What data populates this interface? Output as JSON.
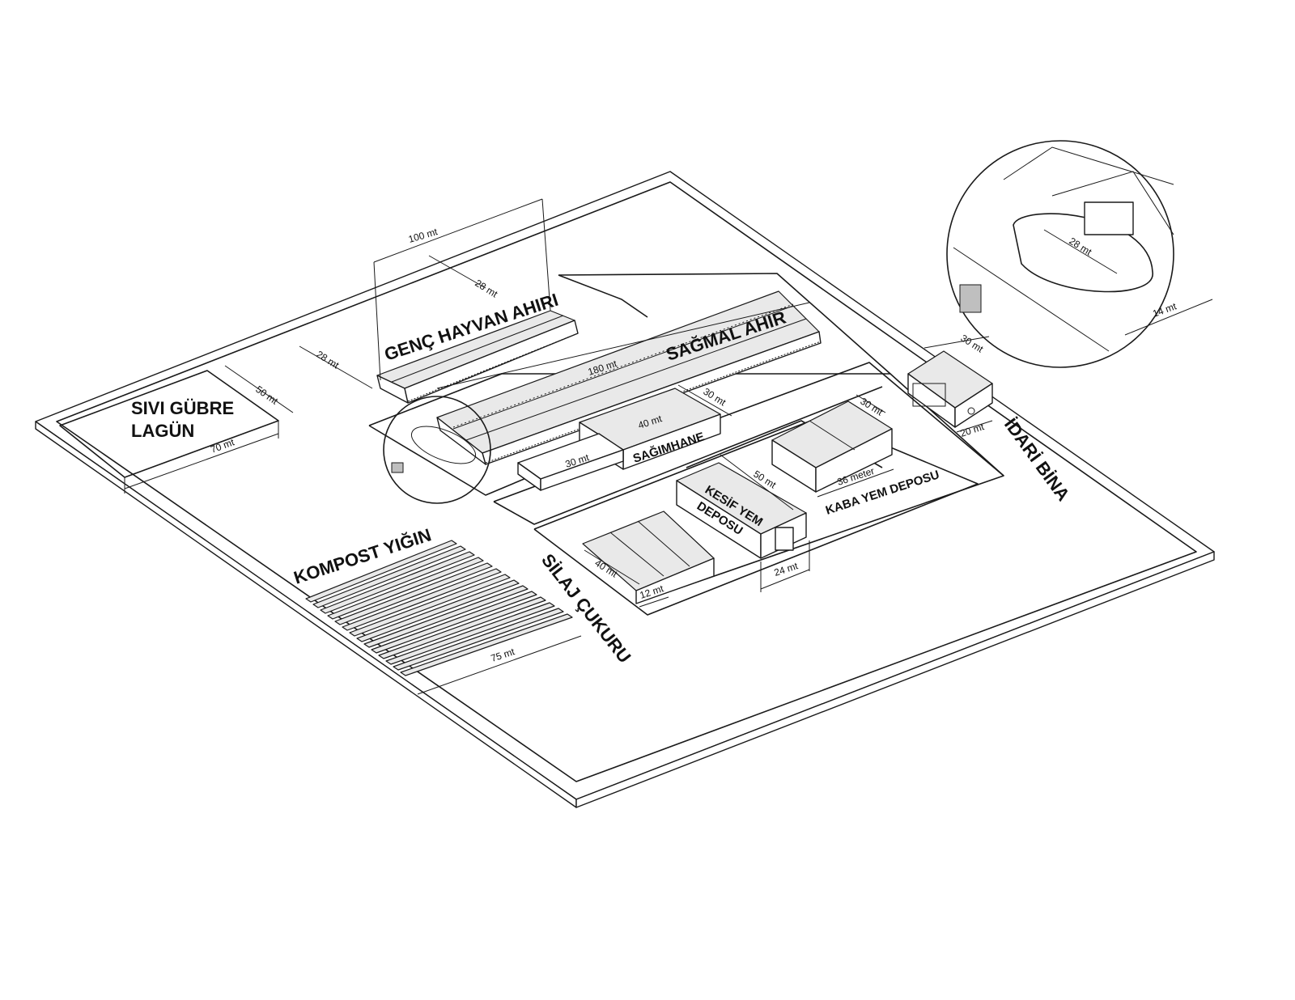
{
  "labels": {
    "genc_hayvan": "GENÇ HAYVAN AHIRI",
    "sagmal": "SAĞMAL AHIR",
    "sivi_gubre_1": "SIVI GÜBRE",
    "sivi_gubre_2": "LAGÜN",
    "sagimhane": "SAĞIMHANE",
    "kesif_1": "KESİF YEM",
    "kesif_2": "DEPOSU",
    "kaba": "KABA YEM DEPOSU",
    "idari": "İDARİ BİNA",
    "kompost": "KOMPOST YIĞIN",
    "silaj": "SİLAJ ÇUKURU"
  },
  "dimensions": {
    "d100": "100 mt",
    "d28_top": "28 mt",
    "d28_left": "28 mt",
    "d50_lagun": "50 mt",
    "d70": "70 mt",
    "d180": "180 mt",
    "d30_sagmal": "30 mt",
    "d40_sagim": "40 mt",
    "d30_small": "30 mt",
    "d50_kesif": "50 mt",
    "d30_kaba": "30 mt",
    "d36": "36 meter",
    "d24": "24 mt",
    "d40_silaj": "40 mt",
    "d12": "12 mt",
    "d75": "75 mt",
    "d30_idari": "30 mt",
    "d20": "20 mt",
    "d28_zoom": "28 mt",
    "d14": "14 mt"
  }
}
